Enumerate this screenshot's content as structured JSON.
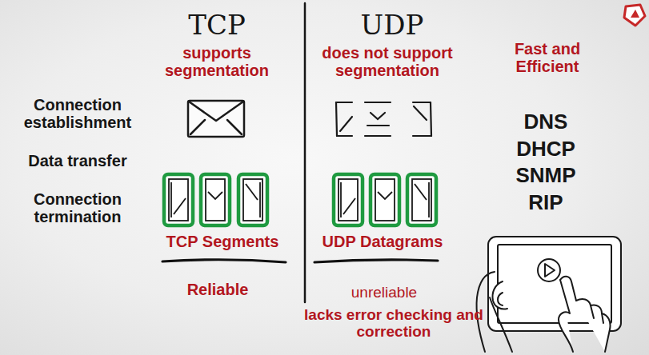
{
  "diagram": {
    "labels": [
      "TCP",
      "UDP",
      "supports segmentation",
      "does not support segmentation",
      "Fast and Efficient",
      "Connection establishment",
      "Data transfer",
      "Connection termination",
      "DNS",
      "DHCP",
      "SNMP",
      "RIP",
      "TCP Segments",
      "UDP Datagrams",
      "Reliable",
      "unreliable",
      "lacks error checking and correction"
    ]
  }
}
